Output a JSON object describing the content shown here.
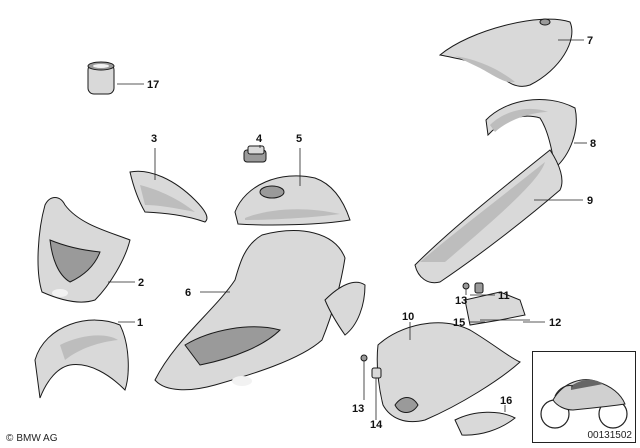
{
  "callouts": [
    "1",
    "2",
    "3",
    "4",
    "5",
    "6",
    "7",
    "8",
    "9",
    "10",
    "11",
    "12",
    "13",
    "14",
    "15",
    "16",
    "17",
    "13"
  ],
  "footer": {
    "copyright_symbol": "©",
    "brand": "BMW AG"
  },
  "reference": {
    "number": "00131502"
  }
}
